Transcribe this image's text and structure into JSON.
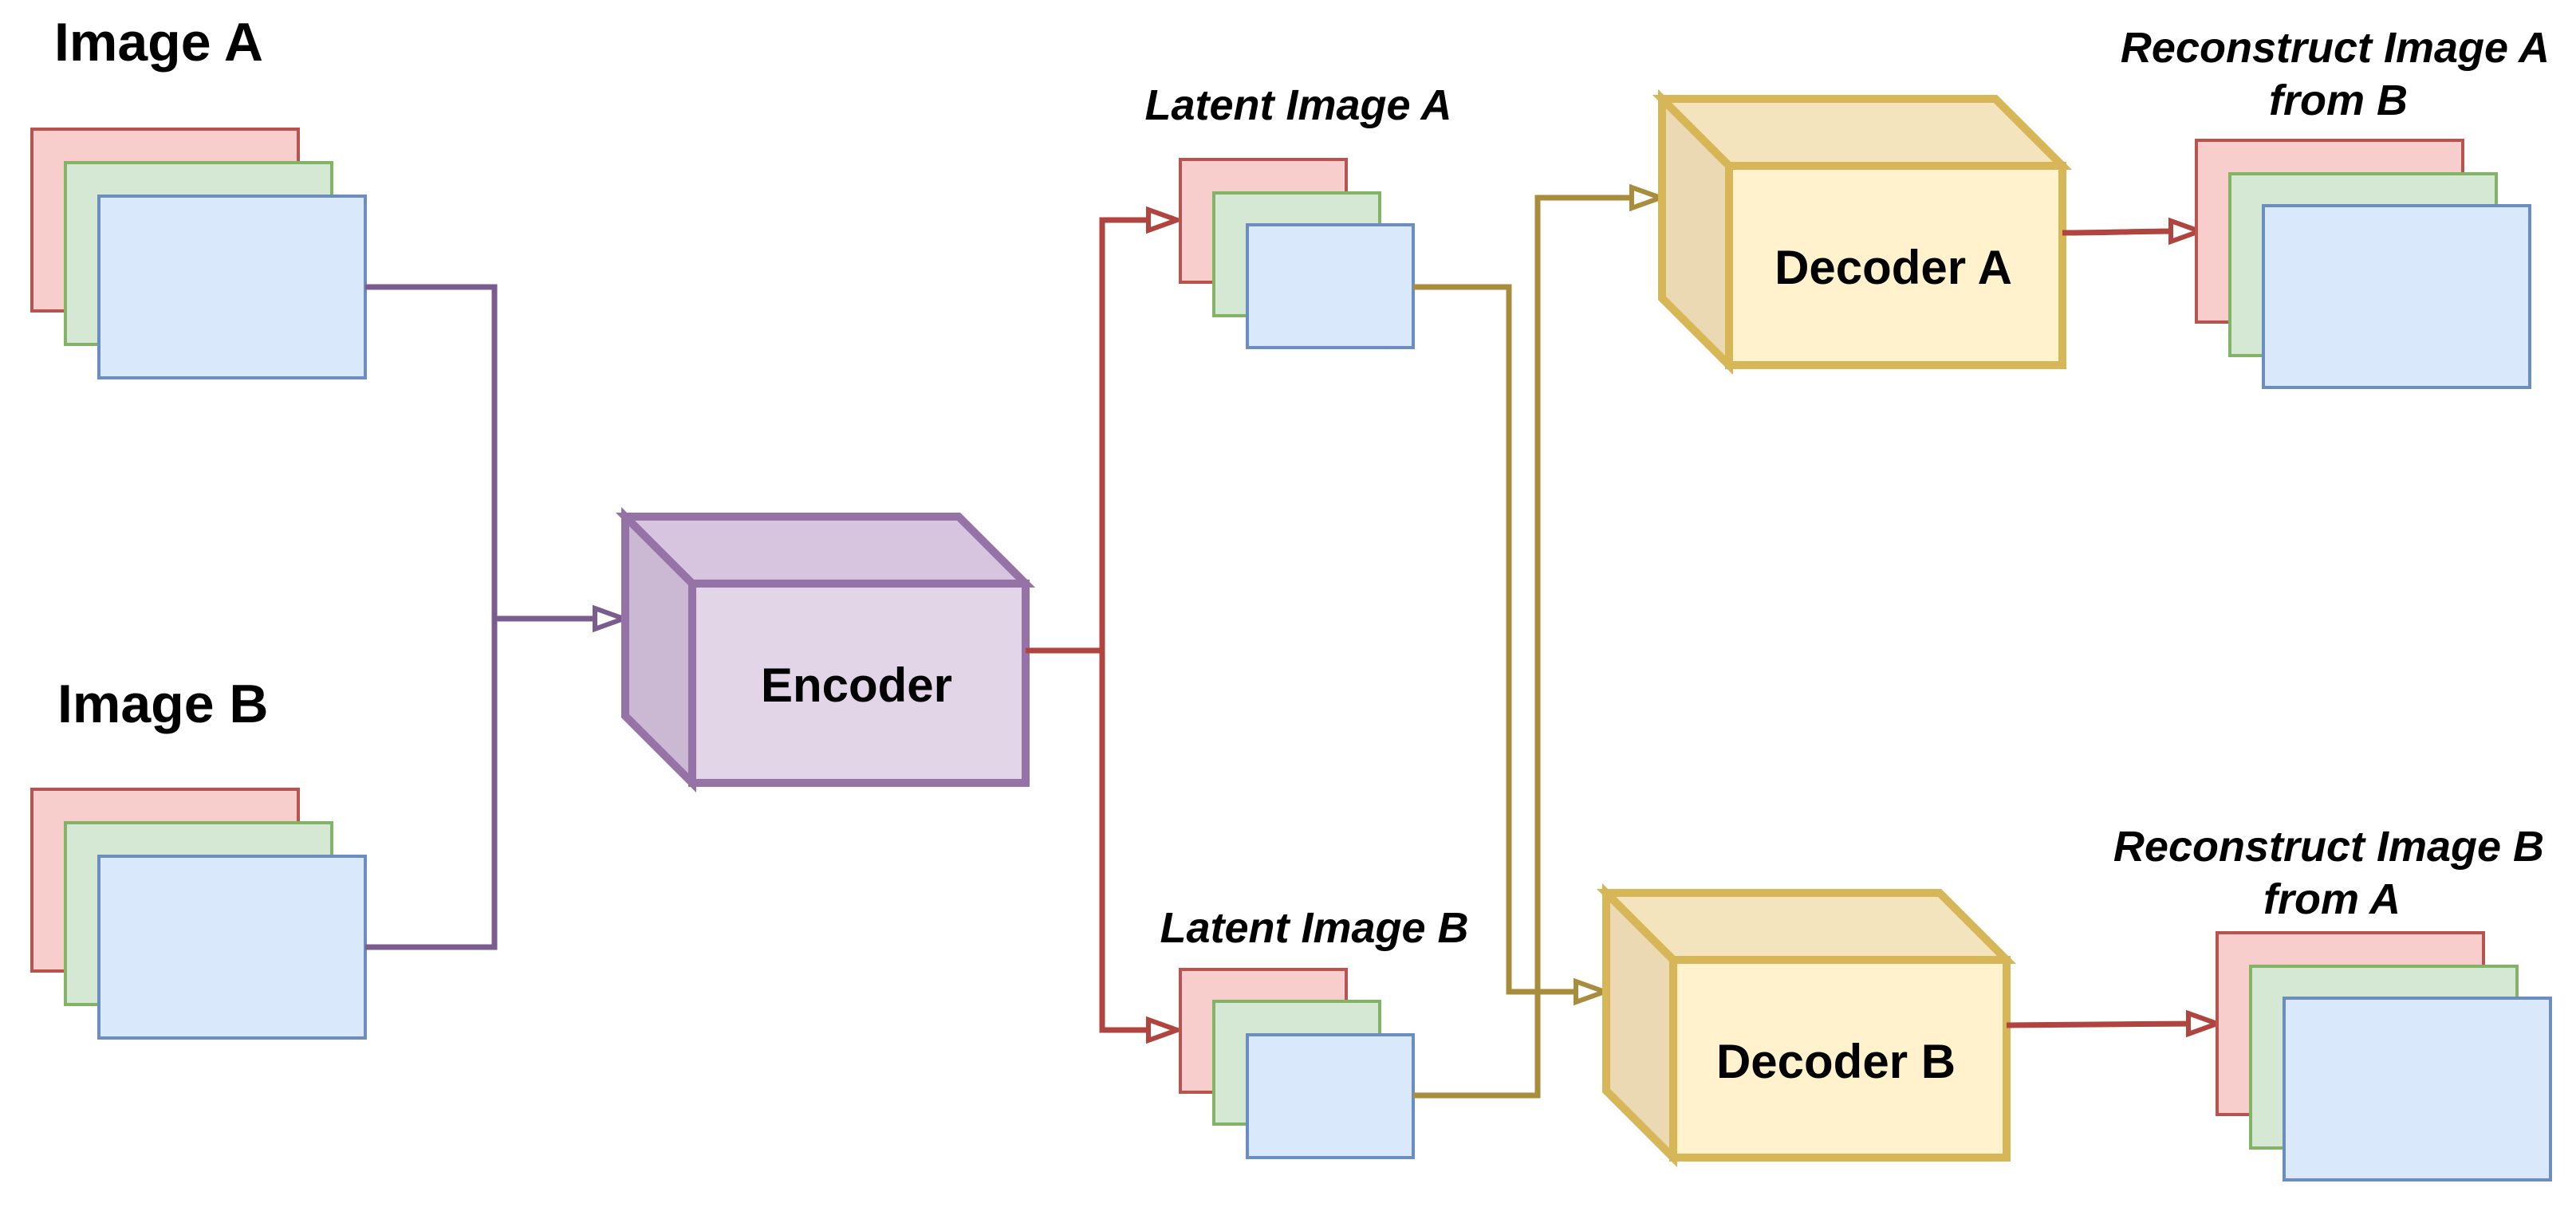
{
  "inputs": {
    "image_a": "Image A",
    "image_b": "Image B"
  },
  "encoder": {
    "label": "Encoder"
  },
  "latents": {
    "latent_a": "Latent Image A",
    "latent_b": "Latent Image B"
  },
  "decoders": {
    "decoder_a": "Decoder A",
    "decoder_b": "Decoder B"
  },
  "outputs": {
    "reconstruct_a_line1": "Reconstruct Image A",
    "reconstruct_a_line2": "from B",
    "reconstruct_b_line1": "Reconstruct Image B",
    "reconstruct_b_line2": "from A"
  },
  "colors": {
    "layer_red_fill": "#f8cecc",
    "layer_red_stroke": "#b85450",
    "layer_green_fill": "#d5e8d4",
    "layer_green_stroke": "#82b366",
    "layer_blue_fill": "#dae8fc",
    "layer_blue_stroke": "#6c8ebf",
    "encoder_fill": "#e1d5e7",
    "encoder_stroke": "#9673a6",
    "decoder_fill": "#fff2cc",
    "decoder_stroke": "#d6b656",
    "purple_arrow": "#7a5c8e",
    "red_arrow": "#b0453f",
    "gold_arrow": "#a88e3c"
  }
}
